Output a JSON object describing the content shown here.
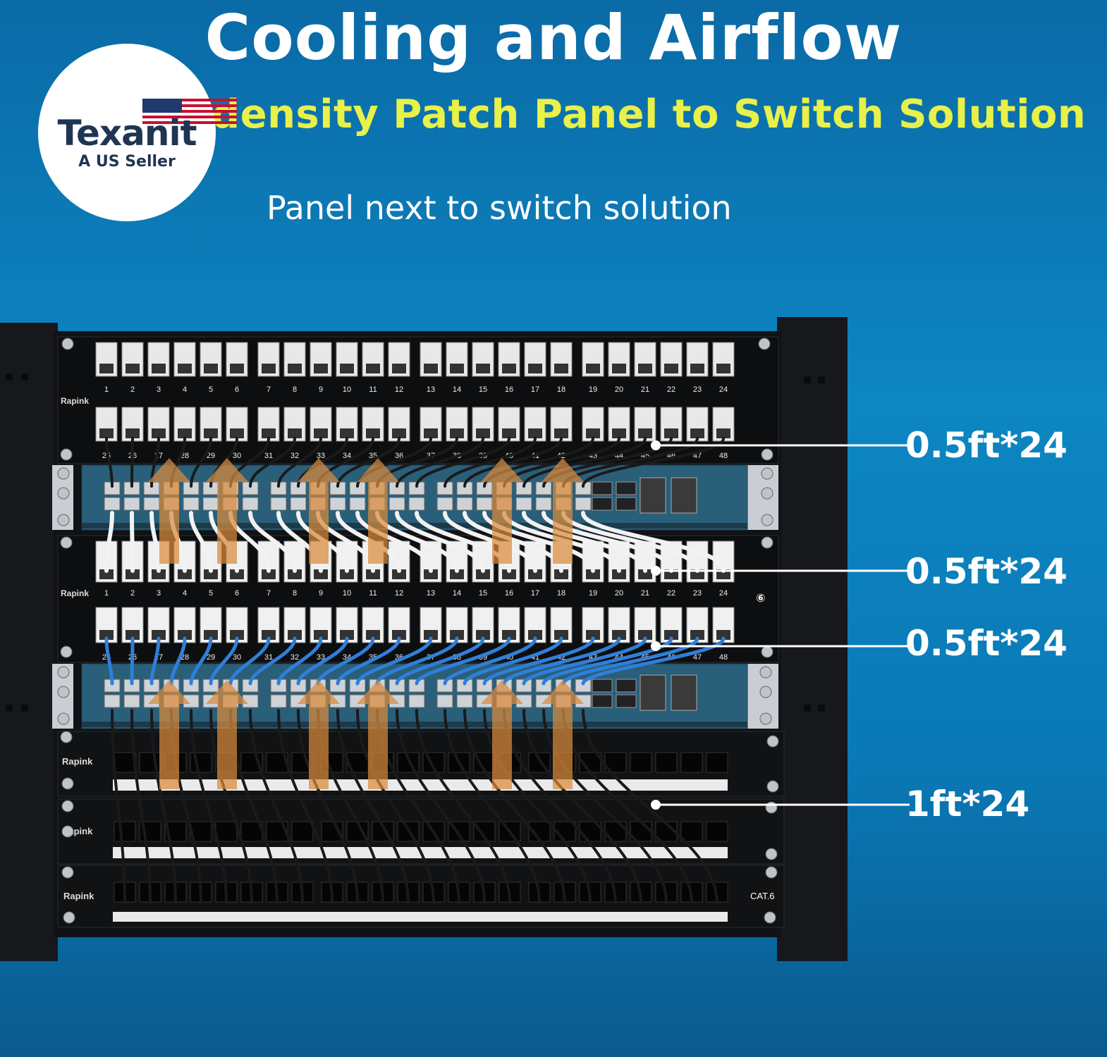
{
  "heading": {
    "title": "Cooling and Airflow",
    "subtitle": "density Patch Panel to Switch Solution",
    "caption": "Panel next to switch solution"
  },
  "logo": {
    "brand": "Texanit",
    "tagline": "A US Seller",
    "icon": "us-flag-icon"
  },
  "panel_brand": "Rapink",
  "panel_badge": "CAT.6",
  "cable_labels": [
    "0.5ft*24",
    "0.5ft*24",
    "0.5ft*24",
    "1ft*24"
  ],
  "colors": {
    "title": "#ffffff",
    "subtitle": "#e8f04a",
    "switch": "#2a5f7a",
    "airflow_arrow": "#d98a3c",
    "cable_white": "#f2f2f2",
    "cable_black": "#1a1a1a",
    "cable_blue": "#2f7fd8"
  },
  "panels": {
    "top_row1_ports": [
      "1",
      "2",
      "3",
      "4",
      "5",
      "6",
      "7",
      "8",
      "9",
      "10",
      "11",
      "12",
      "13",
      "14",
      "15",
      "16",
      "17",
      "18",
      "19",
      "20",
      "21",
      "22",
      "23",
      "24"
    ],
    "top_row2_ports": [
      "25",
      "26",
      "27",
      "28",
      "29",
      "30",
      "31",
      "32",
      "33",
      "34",
      "35",
      "36",
      "37",
      "38",
      "39",
      "40",
      "41",
      "42",
      "43",
      "44",
      "45",
      "46",
      "47",
      "48"
    ],
    "mid_row1_ports": [
      "1",
      "2",
      "3",
      "4",
      "5",
      "6",
      "7",
      "8",
      "9",
      "10",
      "11",
      "12",
      "13",
      "14",
      "15",
      "16",
      "17",
      "18",
      "19",
      "20",
      "21",
      "22",
      "23",
      "24"
    ],
    "mid_row2_ports": [
      "25",
      "26",
      "27",
      "28",
      "29",
      "30",
      "31",
      "32",
      "33",
      "34",
      "35",
      "36",
      "37",
      "38",
      "39",
      "40",
      "41",
      "42",
      "43",
      "44",
      "45",
      "46",
      "47",
      "48"
    ]
  }
}
